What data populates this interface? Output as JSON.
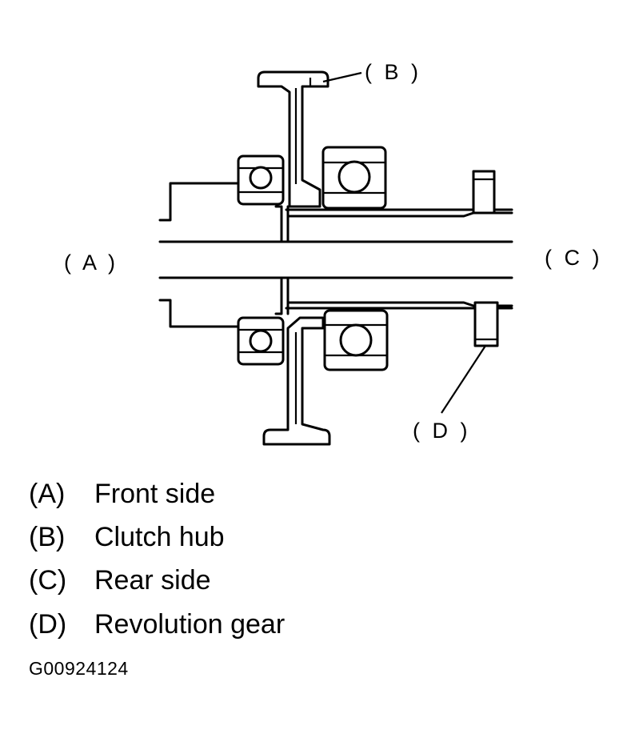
{
  "callouts": {
    "a": "( A )",
    "b": "( B )",
    "c": "( C )",
    "d": "( D )"
  },
  "legend": [
    {
      "key": "(A)",
      "text": "Front side"
    },
    {
      "key": "(B)",
      "text": "Clutch hub"
    },
    {
      "key": "(C)",
      "text": "Rear side"
    },
    {
      "key": "(D)",
      "text": "Revolution gear"
    }
  ],
  "figure_id": "G00924124"
}
